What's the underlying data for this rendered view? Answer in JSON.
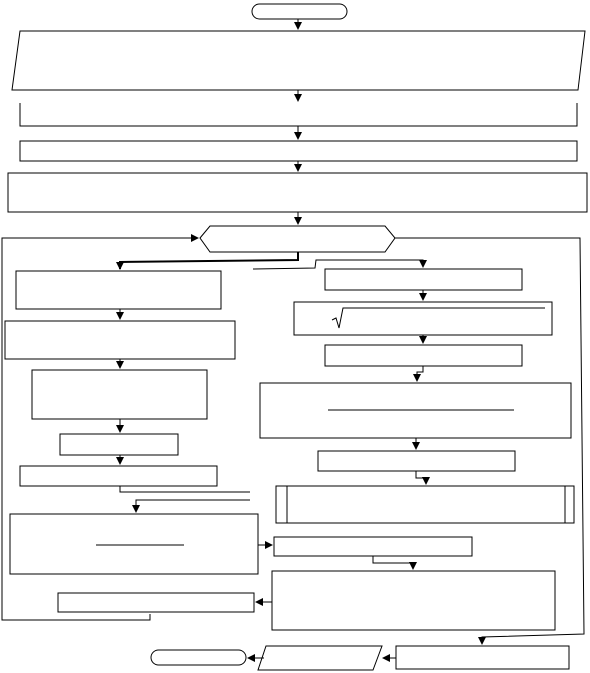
{
  "diagram": {
    "type": "flowchart",
    "nodes": [
      {
        "id": "start",
        "shape": "terminator",
        "text": ""
      },
      {
        "id": "input",
        "shape": "parallelogram",
        "text": ""
      },
      {
        "id": "p1",
        "shape": "process",
        "text": ""
      },
      {
        "id": "p2",
        "shape": "process",
        "text": ""
      },
      {
        "id": "p3",
        "shape": "process",
        "text": ""
      },
      {
        "id": "decision",
        "shape": "hexagon-decision",
        "text": ""
      },
      {
        "id": "l1",
        "shape": "process",
        "text": ""
      },
      {
        "id": "l2",
        "shape": "process",
        "text": ""
      },
      {
        "id": "l3",
        "shape": "process",
        "text": ""
      },
      {
        "id": "l4",
        "shape": "process",
        "text": ""
      },
      {
        "id": "l5",
        "shape": "process",
        "text": ""
      },
      {
        "id": "l6",
        "shape": "process-fraction",
        "text": ""
      },
      {
        "id": "l7",
        "shape": "process",
        "text": ""
      },
      {
        "id": "r1",
        "shape": "process",
        "text": ""
      },
      {
        "id": "r2",
        "shape": "process-sqrt",
        "text": ""
      },
      {
        "id": "r3",
        "shape": "process",
        "text": ""
      },
      {
        "id": "r4",
        "shape": "process-fraction",
        "text": ""
      },
      {
        "id": "r5",
        "shape": "process",
        "text": ""
      },
      {
        "id": "r6",
        "shape": "predefined-process",
        "text": ""
      },
      {
        "id": "r7",
        "shape": "process",
        "text": ""
      },
      {
        "id": "r8",
        "shape": "process",
        "text": ""
      },
      {
        "id": "b1",
        "shape": "process",
        "text": ""
      },
      {
        "id": "output",
        "shape": "parallelogram",
        "text": ""
      },
      {
        "id": "end",
        "shape": "terminator",
        "text": ""
      }
    ]
  }
}
